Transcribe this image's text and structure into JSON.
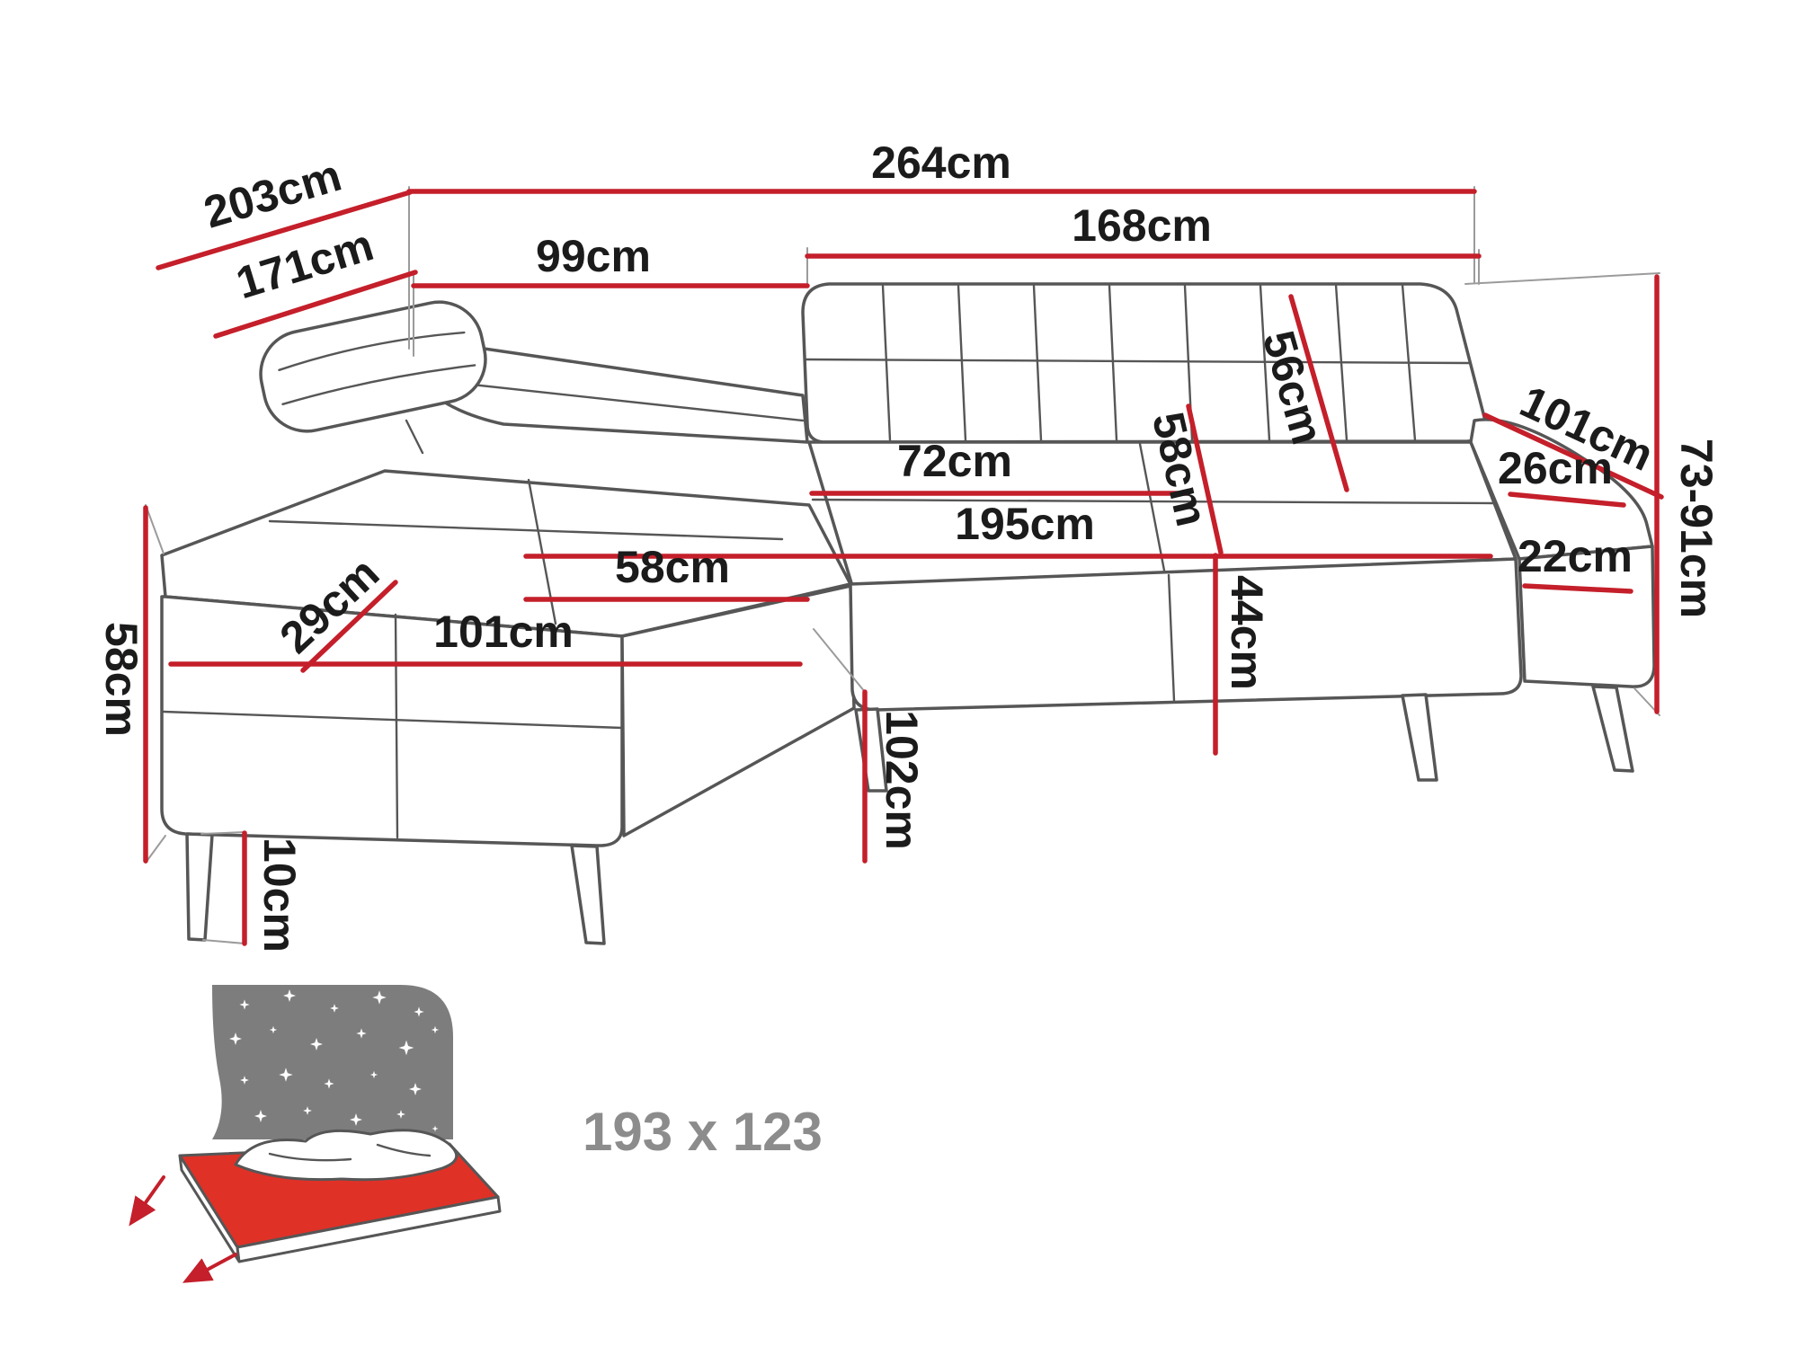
{
  "dimensions": {
    "overall_width": "264cm",
    "total_depth": "203cm",
    "inner_depth": "171cm",
    "corner_back_width": "99cm",
    "main_back_width": "168cm",
    "backrest_height": "56cm",
    "armrest_length": "101cm",
    "armrest_width": "26cm",
    "back_height_range": "73-91cm",
    "seat_cushion_width": "72cm",
    "seat_depth": "58cm",
    "seat_width": "195cm",
    "chaise_seat_width": "58cm",
    "corner_seat_depth": "29cm",
    "chaise_width": "101cm",
    "armrest_top_width": "22cm",
    "seat_height": "44cm",
    "side_height": "58cm",
    "leg_height": "10cm",
    "chaise_depth": "102cm"
  },
  "sleeping_area": {
    "label": "193 x 123"
  },
  "icons": {
    "bed": "sofa-bed-sleeping-area-icon"
  },
  "colors": {
    "dimension_line": "#c41f2a",
    "label_text": "#1b1b1b",
    "sofa_outline": "#565656",
    "bed_headboard_gray": "#7d7d7d",
    "bed_mattress_red": "#e03127",
    "sleeping_label_gray": "#8c8c8c"
  }
}
